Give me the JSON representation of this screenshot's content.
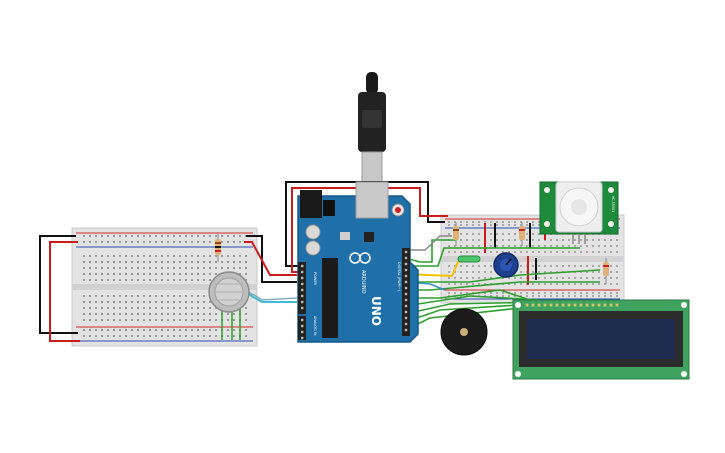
{
  "canvas": {
    "background": "#ffffff"
  },
  "colors": {
    "breadboard": "#e3e3e3",
    "rail_red": "#d62828",
    "rail_blue": "#2a4fb0",
    "arduino_board": "#1f6fa8",
    "lcd_pcb": "#3fa35f",
    "lcd_screen": "#1d2b4f",
    "pir_pcb": "#1e8a3c",
    "wire_black": "#111111",
    "wire_red": "#cc1b1b",
    "wire_green": "#2ca02c",
    "wire_yellow": "#f2c200",
    "wire_cyan": "#46b8d6",
    "wire_gray": "#888888"
  },
  "arduino": {
    "brand": "ARDUINO",
    "model": "UNO",
    "header_label": "DIGITAL (PWM~)",
    "power_label": "POWER",
    "analog_label": "ANALOG IN"
  },
  "pir_sensor": {
    "brand_label": "HC-SR501"
  },
  "components": [
    "arduino-uno",
    "left-breadboard",
    "right-breadboard",
    "gas-sensor",
    "pir-sensor",
    "potentiometer",
    "piezo-buzzer",
    "lcd-16x2",
    "resistor",
    "usb-cable"
  ]
}
